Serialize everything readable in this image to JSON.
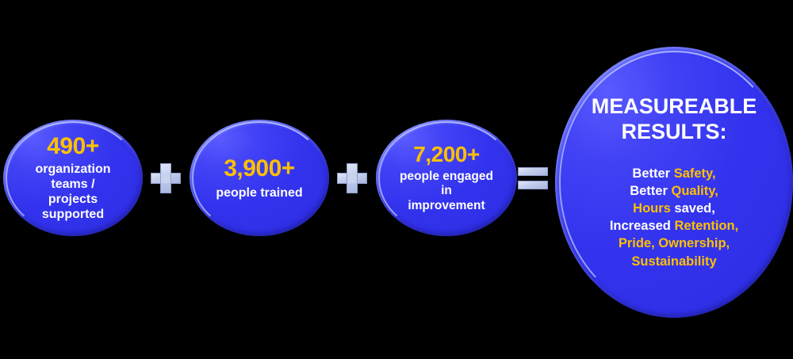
{
  "theme": {
    "background": "#000000",
    "ellipse_fill": "#3333EE",
    "accent_gold": "#FFC000",
    "text_white": "#FFFFFF",
    "operator_fill": "#C2CDEB"
  },
  "nodes": [
    {
      "id": "organization-teams",
      "number": "490+",
      "caption": "organization teams / projects supported",
      "caption_lines": [
        "organization",
        "teams /",
        "projects",
        "supported"
      ]
    },
    {
      "id": "people-trained",
      "number": "3,900+",
      "caption": "people trained",
      "caption_lines": [
        "people trained"
      ]
    },
    {
      "id": "people-engaged",
      "number": "7,200+",
      "caption": "people engaged in improvement",
      "caption_lines": [
        "people engaged",
        "in",
        "improvement"
      ]
    }
  ],
  "operators": [
    {
      "id": "plus-1",
      "symbol": "+",
      "name": "plus-sign"
    },
    {
      "id": "plus-2",
      "symbol": "+",
      "name": "plus-sign"
    },
    {
      "id": "equals",
      "symbol": "=",
      "name": "equals-sign"
    }
  ],
  "results": {
    "title": "MEASUREABLE RESULTS:",
    "title_lines": [
      "MEASUREABLE",
      "RESULTS:"
    ],
    "lines": [
      {
        "parts": [
          {
            "text": "Better ",
            "color": "white"
          },
          {
            "text": "Safety",
            "color": "gold"
          },
          {
            "text": ",",
            "color": "gold"
          }
        ],
        "plain": "Better Safety,"
      },
      {
        "parts": [
          {
            "text": "Better ",
            "color": "white"
          },
          {
            "text": "Quality",
            "color": "gold"
          },
          {
            "text": ",",
            "color": "gold"
          }
        ],
        "plain": "Better Quality,"
      },
      {
        "parts": [
          {
            "text": "Hours",
            "color": "gold"
          },
          {
            "text": " saved,",
            "color": "white"
          }
        ],
        "plain": "Hours saved,"
      },
      {
        "parts": [
          {
            "text": "Increased ",
            "color": "white"
          },
          {
            "text": "Retention,",
            "color": "gold"
          }
        ],
        "plain": "Increased Retention,"
      },
      {
        "parts": [
          {
            "text": "Pride, Ownership,",
            "color": "gold"
          }
        ],
        "plain": "Pride, Ownership,"
      },
      {
        "parts": [
          {
            "text": "Sustainability",
            "color": "gold"
          }
        ],
        "plain": "Sustainability"
      }
    ],
    "line_1_a": "Better ",
    "line_1_b": "Safety,",
    "line_2_a": "Better ",
    "line_2_b": "Quality,",
    "line_3_a": "Hours",
    "line_3_b": " saved,",
    "line_4_a": "Increased ",
    "line_4_b": "Retention,",
    "line_5": "Pride, Ownership,",
    "line_6": "Sustainability",
    "title_line_1": "MEASUREABLE",
    "title_line_2": "RESULTS:"
  }
}
